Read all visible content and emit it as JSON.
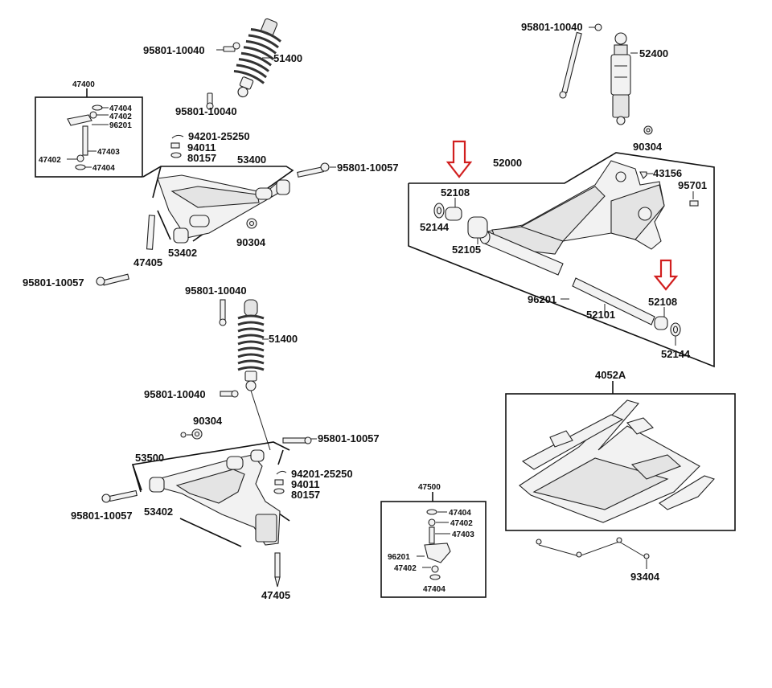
{
  "labels": {
    "tl_bolt1": "95801-10040",
    "tl_shock": "51400",
    "tl_bolt2": "95801-10040",
    "box1_title": "47400",
    "box1_a": "47404",
    "box1_b": "47402",
    "box1_c": "96201",
    "box1_d": "47403",
    "box1_e": "47402",
    "box1_f": "47404",
    "ua_a": "94201-25250",
    "ua_b": "94011",
    "ua_c": "80157",
    "ua_arm": "53400",
    "ua_bolt": "95801-10057",
    "ua_bush": "53402",
    "ua_nut": "90304",
    "ua_pin": "47405",
    "ua_bolt_left": "95801-10057",
    "mid_bolt1": "95801-10040",
    "mid_shock": "51400",
    "mid_bolt2": "95801-10040",
    "mid_nut": "90304",
    "mid_bolt3": "95801-10057",
    "la_arm": "53500",
    "la_a": "94201-25250",
    "la_b": "94011",
    "la_c": "80157",
    "la_bolt": "95801-10057",
    "la_bush": "53402",
    "la_pin": "47405",
    "box2_title": "47500",
    "box2_a": "47404",
    "box2_b": "47402",
    "box2_c": "47403",
    "box2_d": "96201",
    "box2_e": "47402",
    "box2_f": "47404",
    "tr_bolt": "95801-10040",
    "tr_shock": "52400",
    "tr_nut": "90304",
    "sw_assy": "52000",
    "sw_a": "52108",
    "sw_b": "52144",
    "sw_c": "52105",
    "sw_d": "43156",
    "sw_e": "95701",
    "sw_f": "96201",
    "sw_g": "52101",
    "sw_h": "52108",
    "sw_i": "52144",
    "fr_assy": "4052A",
    "fr_bolt": "93404"
  },
  "colors": {
    "highlight_arrow": "#d11f1f",
    "line": "#111111"
  }
}
